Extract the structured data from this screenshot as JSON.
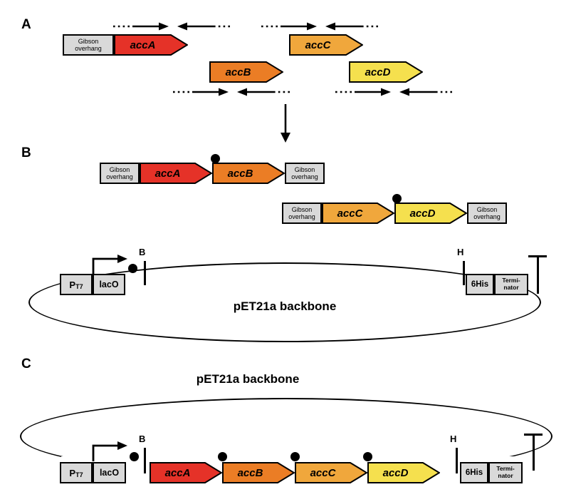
{
  "panels": {
    "a": "A",
    "b": "B",
    "c": "C"
  },
  "genes": {
    "accA": {
      "label": "accA",
      "color": "#E53228"
    },
    "accB": {
      "label": "accB",
      "color": "#EB7D25"
    },
    "accC": {
      "label": "accC",
      "color": "#F0A73C"
    },
    "accD": {
      "label": "accD",
      "color": "#F5E04E"
    }
  },
  "labels": {
    "gibson_line1": "Gibson",
    "gibson_line2": "overhang",
    "backbone": "pET21a backbone",
    "promoter_main": "P",
    "promoter_sub": "T7",
    "laco": "lacO",
    "site_b": "B",
    "site_h": "H",
    "his_tag": "6His",
    "terminator_line1": "Termi-",
    "terminator_line2": "nator"
  },
  "colors": {
    "outline": "#000000",
    "box_fill": "#D9D9D9",
    "background": "#FFFFFF"
  }
}
